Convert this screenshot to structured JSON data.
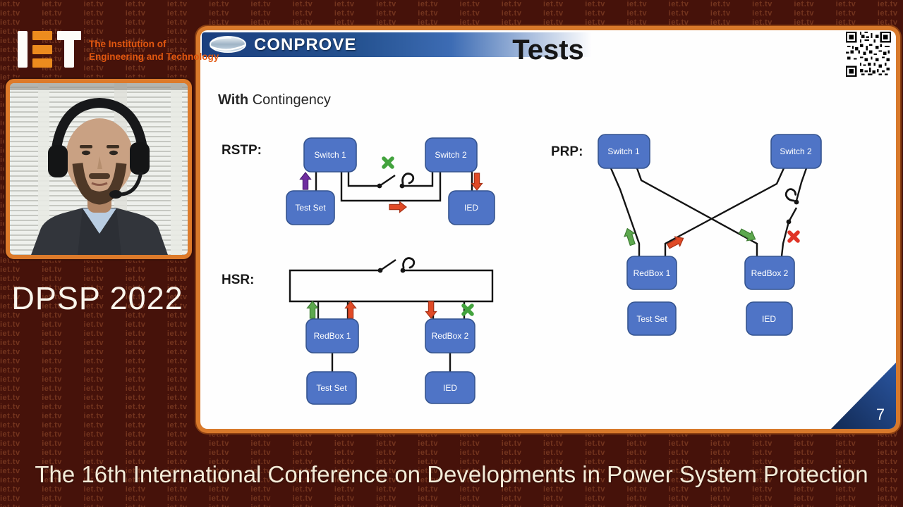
{
  "watermark": {
    "token": "iet.tv"
  },
  "branding": {
    "iet_tagline_line1": "The Institution of",
    "iet_tagline_line2": "Engineering and Technology",
    "event": "DPSP 2022"
  },
  "banner": {
    "title": "The 16th International Conference on Developments in Power System Protection"
  },
  "slide": {
    "logo_text": "CONPROVE",
    "title": "Tests",
    "subtitle_bold": "With",
    "subtitle_rest": " Contingency",
    "page_number": "7",
    "diagrams": {
      "rstp": {
        "label": "RSTP:",
        "nodes": {
          "switch1": "Switch 1",
          "switch2": "Switch 2",
          "testset": "Test Set",
          "ied": "IED"
        }
      },
      "hsr": {
        "label": "HSR:",
        "nodes": {
          "redbox1": "RedBox 1",
          "redbox2": "RedBox 2",
          "testset": "Test Set",
          "ied": "IED"
        }
      },
      "prp": {
        "label": "PRP:",
        "nodes": {
          "switch1": "Switch 1",
          "switch2": "Switch 2",
          "redbox1": "RedBox 1",
          "redbox2": "RedBox 2",
          "testset": "Test Set",
          "ied": "IED"
        }
      }
    }
  },
  "colors": {
    "background_maroon": "#46120a",
    "frame_orange": "#d8792b",
    "node_blue_fill": "#4f74c6",
    "node_blue_border": "#35548f",
    "arrow_green": "#5da84e",
    "arrow_red": "#e04a26",
    "arrow_purple": "#6f2da0",
    "x_green": "#43a33e",
    "x_red": "#e03427",
    "page_triangle_blue": "#1b3e7e",
    "conprove_bar_blue": "#24518f"
  }
}
